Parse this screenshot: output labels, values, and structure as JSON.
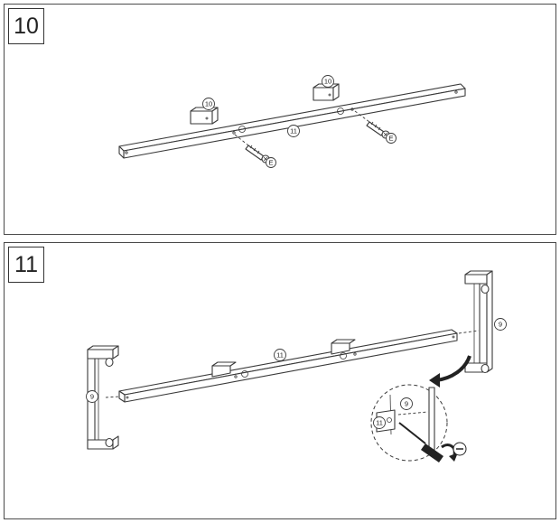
{
  "steps": [
    {
      "number": "10",
      "callouts": {
        "block_left": "10",
        "block_right": "10",
        "rail": "11",
        "screw_left": "E",
        "screw_right": "E"
      }
    },
    {
      "number": "11",
      "callouts": {
        "leg_right": "9",
        "rail": "11",
        "leg_left": "9",
        "detail_leg": "9",
        "detail_rail": "11"
      }
    }
  ]
}
